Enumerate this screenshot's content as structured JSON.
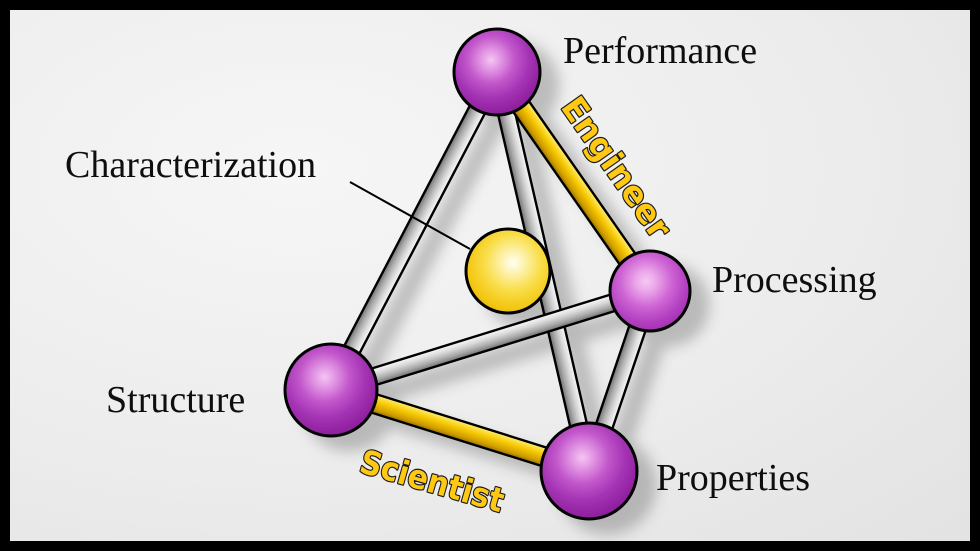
{
  "figure": {
    "background_color": "#eeeeee",
    "border_color": "#000000"
  },
  "nodes": {
    "performance": {
      "label": "Performance"
    },
    "processing": {
      "label": "Processing"
    },
    "structure": {
      "label": "Structure"
    },
    "properties": {
      "label": "Properties"
    },
    "characterization": {
      "label": "Characterization"
    }
  },
  "edge_labels": {
    "engineer": {
      "label": "Engineer"
    },
    "scientist": {
      "label": "Scientist"
    }
  },
  "colors": {
    "node_sphere_purple": "#a832b8",
    "center_sphere_yellow": "#f8d626",
    "rod_gray": "#c0c0c0",
    "rod_gold": "#f3c500",
    "edge_label_text": "#ffc913",
    "node_label_text": "#0e0e0e"
  }
}
